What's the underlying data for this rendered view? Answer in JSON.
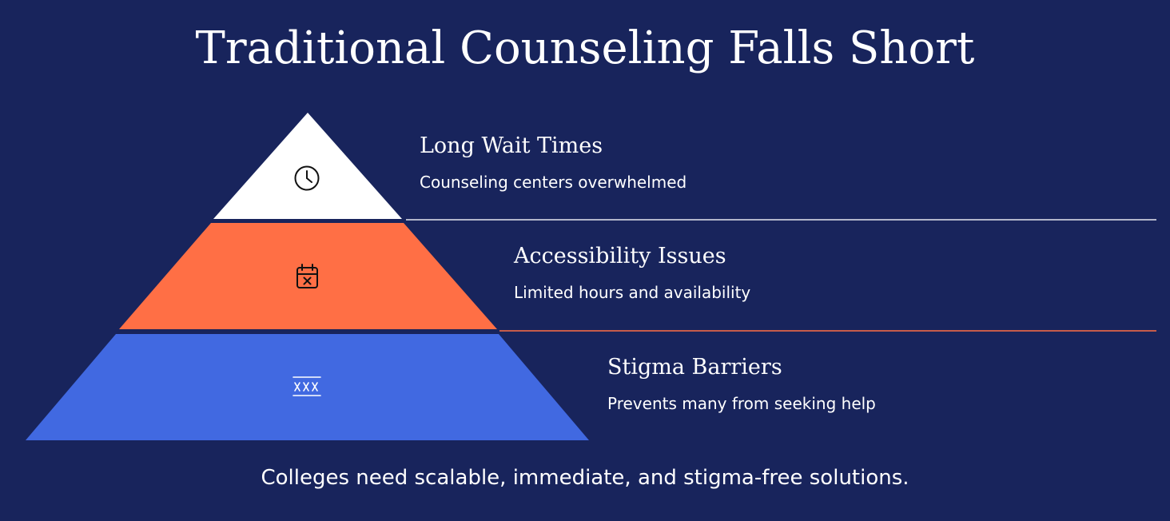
{
  "title": "Traditional Counseling Falls Short",
  "tiers": [
    {
      "heading": "Long Wait Times",
      "description": "Counseling centers overwhelmed",
      "icon": "clock-icon",
      "color": "#ffffff",
      "divider_color": "#e6e6ee"
    },
    {
      "heading": "Accessibility Issues",
      "description": "Limited hours and availability",
      "icon": "calendar-x-icon",
      "color": "#ff6f45",
      "divider_color": "#ff6f45"
    },
    {
      "heading": "Stigma Barriers",
      "description": "Prevents many from seeking help",
      "icon": "text-strikethrough-icon",
      "color": "#4169e1"
    }
  ],
  "footer": "Colleges need scalable, immediate, and stigma-free solutions.",
  "colors": {
    "background": "#18245c",
    "text": "#ffffff"
  }
}
